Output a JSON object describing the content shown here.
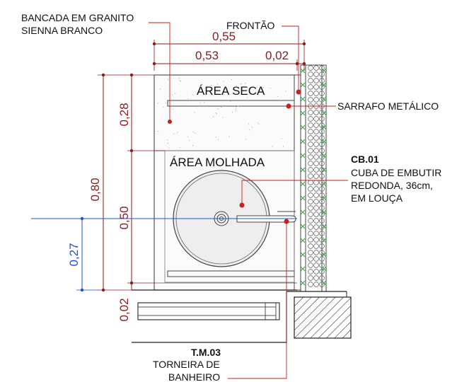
{
  "labels": {
    "countertop_line1": "BANCADA EM GRANITO",
    "countertop_line2": "SIENNA BRANCO",
    "backsplash": "FRONTÃO",
    "dry_area": "ÁREA SECA",
    "wet_area": "ÁREA MOLHADA",
    "metal_strip": "SARRAFO METÁLICO",
    "sink_code": "CB.01",
    "sink_line1": "CUBA DE EMBUTIR",
    "sink_line2": "REDONDA, 36cm,",
    "sink_line3": "EM LOUÇA",
    "faucet_code": "T.M.03",
    "faucet_line1": "TORNEIRA DE",
    "faucet_line2": "BANHEIRO"
  },
  "dimensions": {
    "total_width": "0,55",
    "top_width": "0,53",
    "backsplash_width": "0,02",
    "total_depth": "0,80",
    "dry_depth": "0,28",
    "wet_depth": "0,50",
    "edge": "0,02",
    "sink_axis": "0,27"
  },
  "colors": {
    "dimension": "#8b1c1c",
    "leader_dot": "#c81e1e",
    "axis_line": "#1f4fd8",
    "hatch": "#2eaa3a",
    "outline": "#222222"
  }
}
